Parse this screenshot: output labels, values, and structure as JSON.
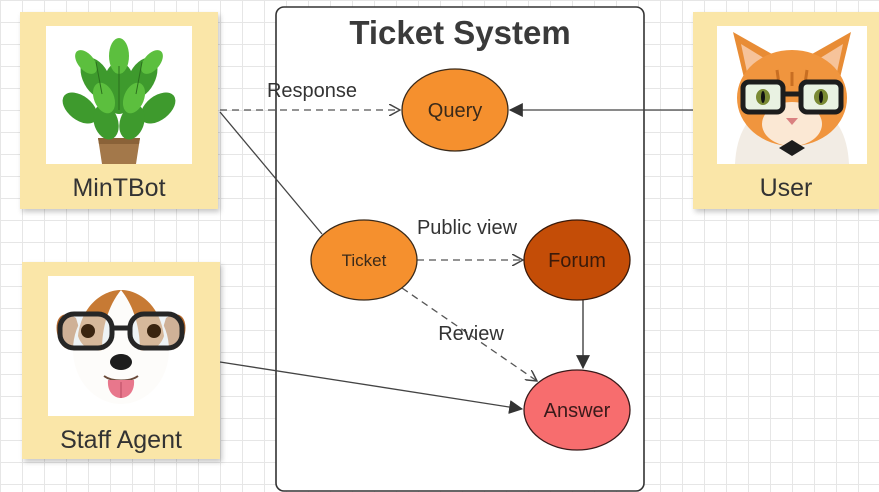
{
  "system": {
    "title": "Ticket System"
  },
  "actors": {
    "mintbot": {
      "label": "MinTBot",
      "icon": "mint-plant-icon"
    },
    "user": {
      "label": "User",
      "icon": "cat-with-glasses-icon"
    },
    "staff": {
      "label": "Staff Agent",
      "icon": "dog-with-glasses-icon"
    }
  },
  "use_cases": {
    "query": {
      "label": "Query",
      "color": "#f5902e"
    },
    "ticket": {
      "label": "Ticket",
      "color": "#f5902e"
    },
    "forum": {
      "label": "Forum",
      "color": "#c44d07"
    },
    "answer": {
      "label": "Answer",
      "color": "#f76d6e"
    }
  },
  "edges": {
    "response": {
      "label": "Response",
      "style": "dashed"
    },
    "public_view": {
      "label": "Public view",
      "style": "dashed"
    },
    "review": {
      "label": "Review",
      "style": "dashed"
    }
  }
}
